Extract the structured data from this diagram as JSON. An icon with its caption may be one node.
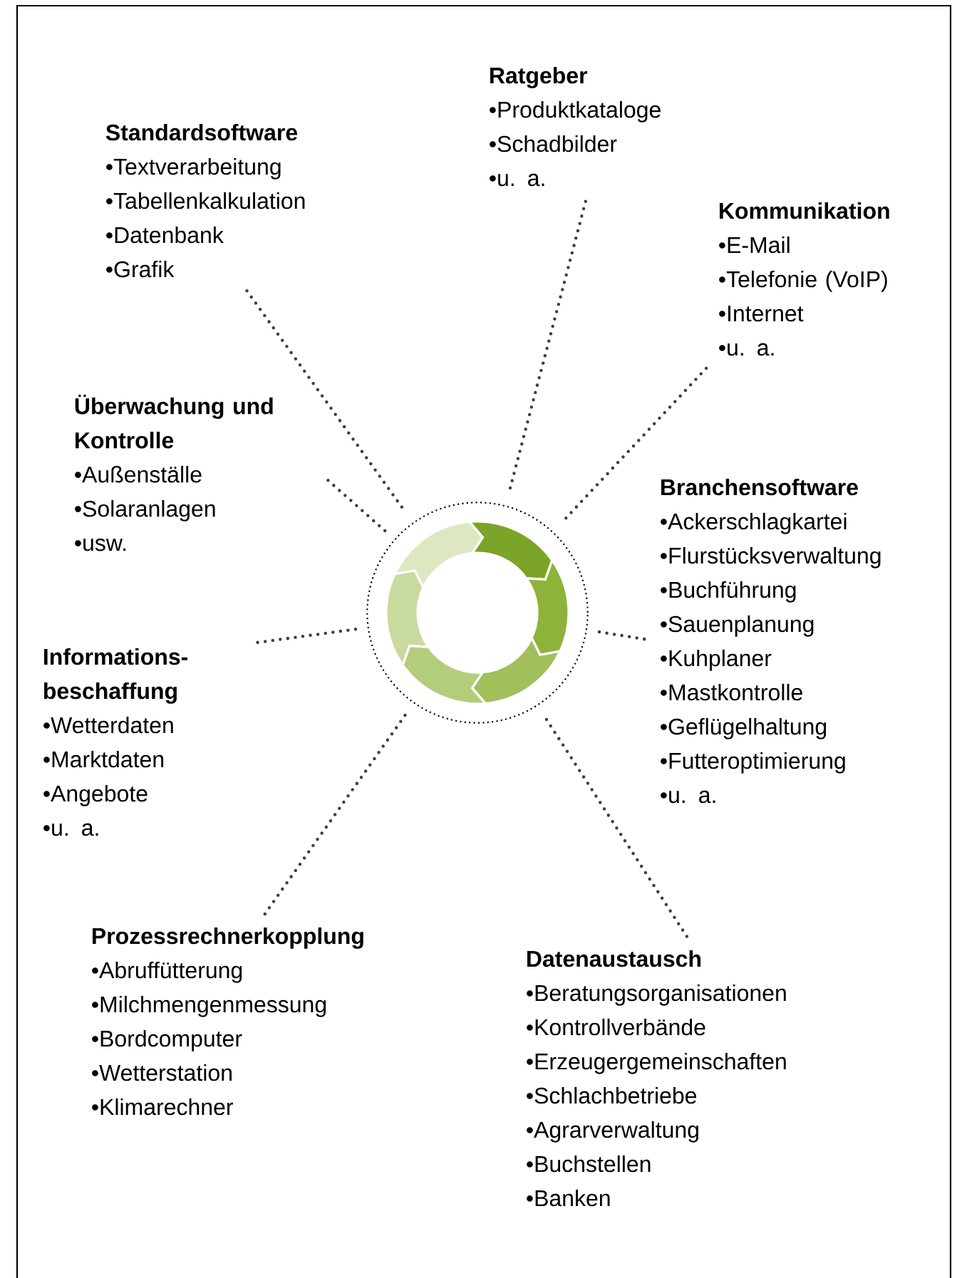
{
  "diagram": {
    "nodes": [
      {
        "text": [
          "Ratgeber",
          "•Produktkataloge",
          "•Schadbilder",
          "•u. a."
        ]
      },
      {
        "text": [
          "Standardsoftware",
          "•Textverarbeitung",
          "•Tabellenkalkulation",
          "•Datenbank",
          "•Grafik"
        ]
      },
      {
        "text": [
          "Kommunikation",
          "•E-Mail",
          "•Telefonie (VoIP)",
          "•Internet",
          "•u. a."
        ]
      },
      {
        "text": [
          "Überwachung und Kontrolle",
          "•Außenställe",
          "•Solaranlagen",
          "•usw."
        ]
      },
      {
        "text": [
          "Branchensoftware",
          "•Ackerschlagkartei",
          "•Flurstücksverwaltung",
          "•Buchführung",
          "•Sauenplanung",
          "•Kuhplaner",
          "•Mastkontrolle",
          "•Geflügelhaltung",
          "•Futteroptimierung",
          "•u. a."
        ]
      },
      {
        "text": [
          "Informations- beschaffung",
          "•Wetterdaten",
          "•Marktdaten",
          "•Angebote",
          "•u. a."
        ]
      },
      {
        "text": [
          "Prozessrechnerkopplung",
          "•Abruffütterung",
          "•Milchmengenmessung",
          "•Bordcomputer",
          "•Wetterstation",
          "•Klimarechner"
        ]
      },
      {
        "text": [
          "Datenaustausch",
          "•Beratungsorganisationen",
          "•Kontrollverbände",
          "•Erzeugergemeinschaften",
          "•Schlachbetriebe",
          "•Agrarverwaltung",
          "•Buchstellen",
          "•Banken"
        ]
      },
      {
        "text": [],
        "shape": "circle"
      }
    ],
    "edges": [
      {
        "from": 0,
        "to": 8,
        "arrow": "none"
      },
      {
        "from": 1,
        "to": 8,
        "arrow": "none"
      },
      {
        "from": 2,
        "to": 8,
        "arrow": "none"
      },
      {
        "from": 3,
        "to": 8,
        "arrow": "none"
      },
      {
        "from": 4,
        "to": 8,
        "arrow": "none"
      },
      {
        "from": 5,
        "to": 8,
        "arrow": "none"
      },
      {
        "from": 6,
        "to": 8,
        "arrow": "none"
      },
      {
        "from": 7,
        "to": 8,
        "arrow": "none"
      }
    ]
  }
}
